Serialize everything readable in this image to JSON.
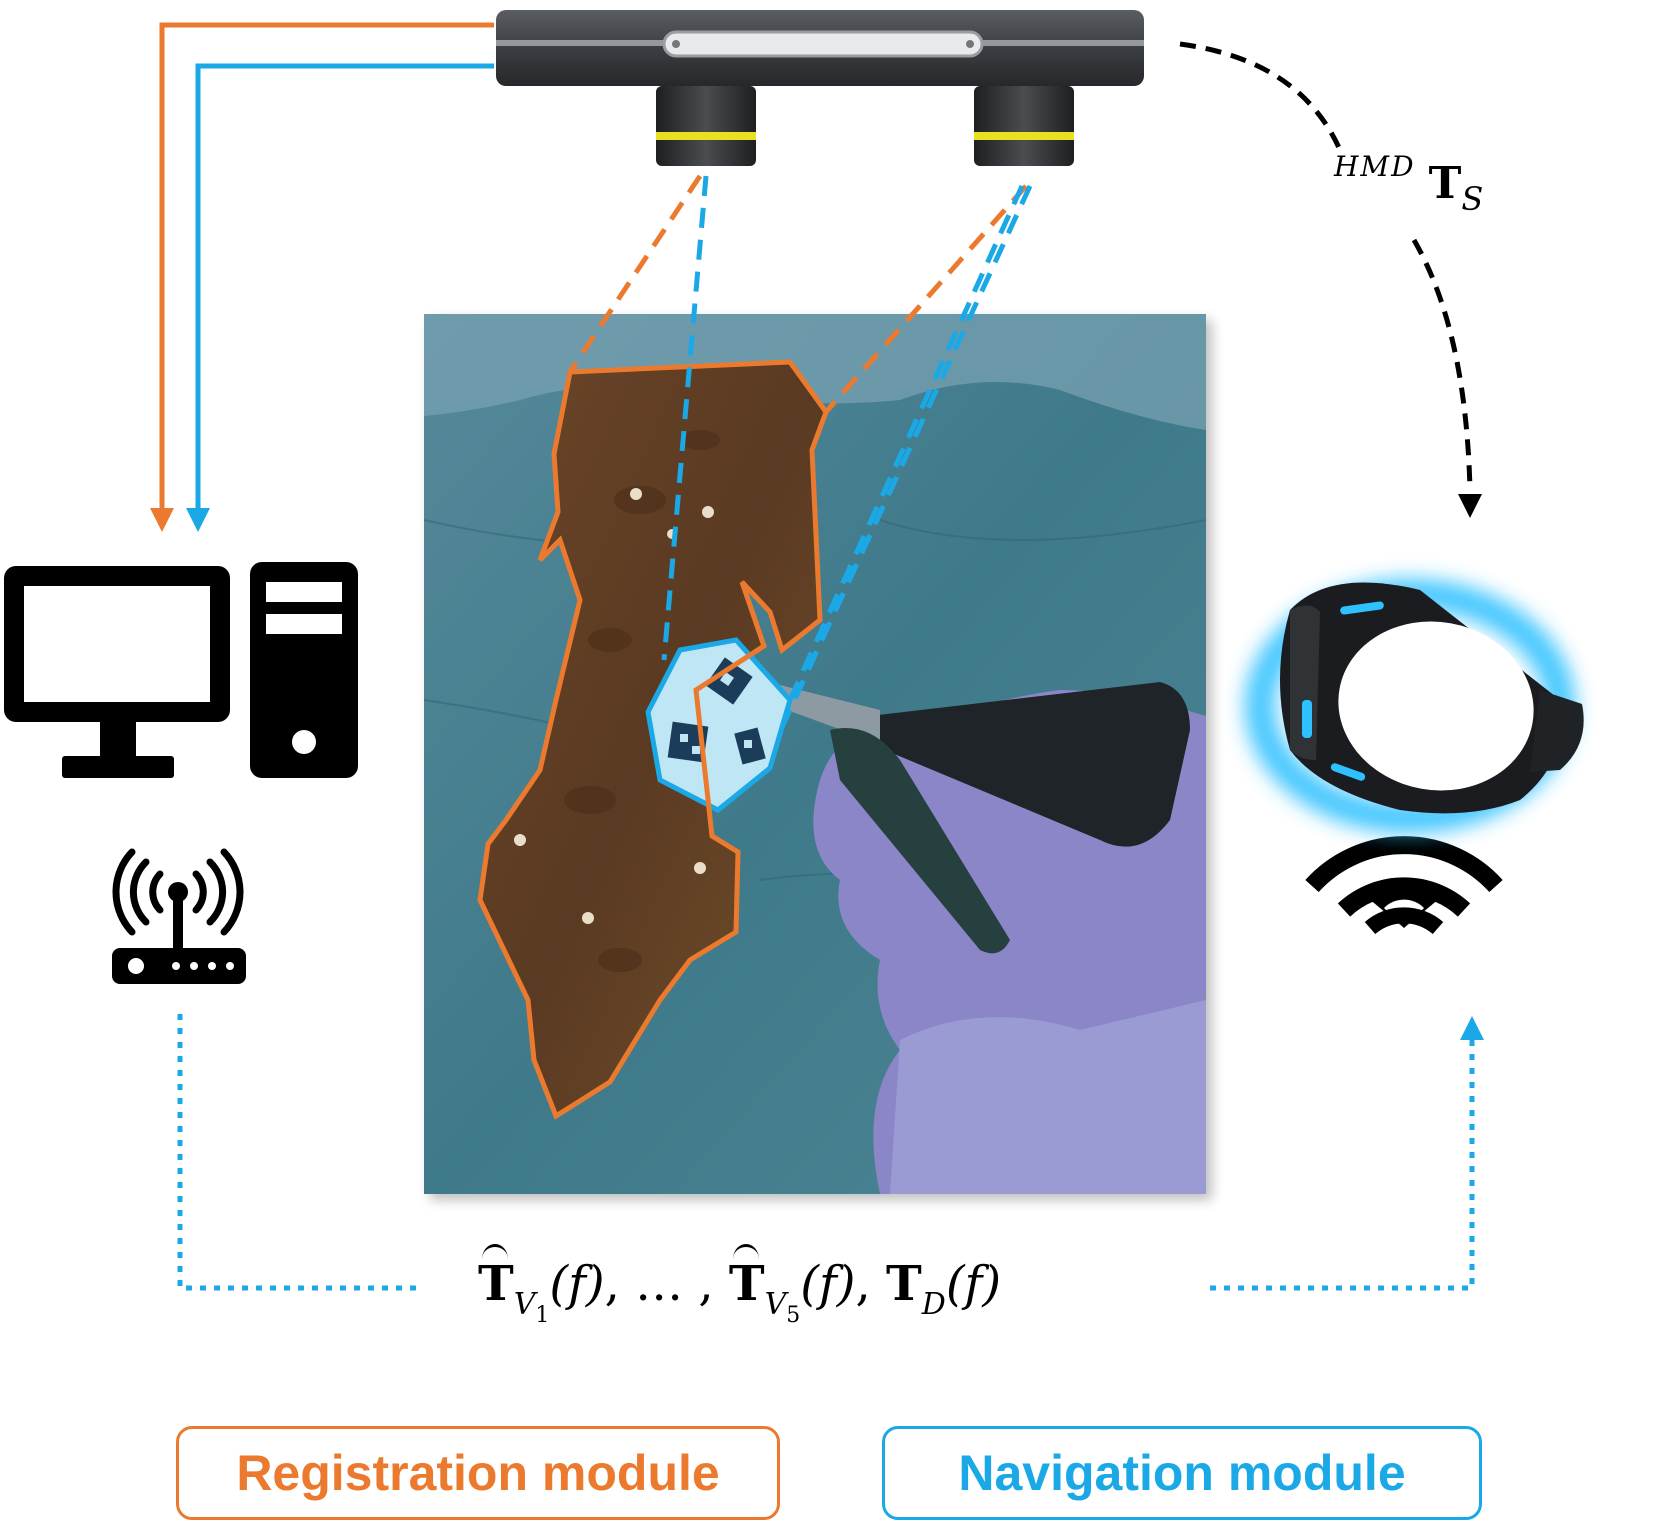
{
  "colors": {
    "registration": "#ec7a2e",
    "navigation": "#1aa9e6",
    "dark": "#000000",
    "drape": "#3f7e8e"
  },
  "hmd_transform": {
    "superscript": "HMD",
    "symbol": "T",
    "subscript": "S"
  },
  "equation": {
    "t_symbol": "T",
    "v1_sub": "V",
    "v1_index": "1",
    "arg": "(f)",
    "separator": ", … ,",
    "v5_sub": "V",
    "v5_index": "5",
    "comma": ",",
    "d_sub": "D"
  },
  "modules": {
    "registration_label": "Registration module",
    "navigation_label": "Navigation module"
  },
  "icons": {
    "computer": "computer-monitor-icon",
    "tower": "pc-tower-icon",
    "router": "wireless-router-icon",
    "wifi": "wifi-icon",
    "camera": "stereo-tracking-camera-icon",
    "headset": "ar-headset-icon"
  }
}
